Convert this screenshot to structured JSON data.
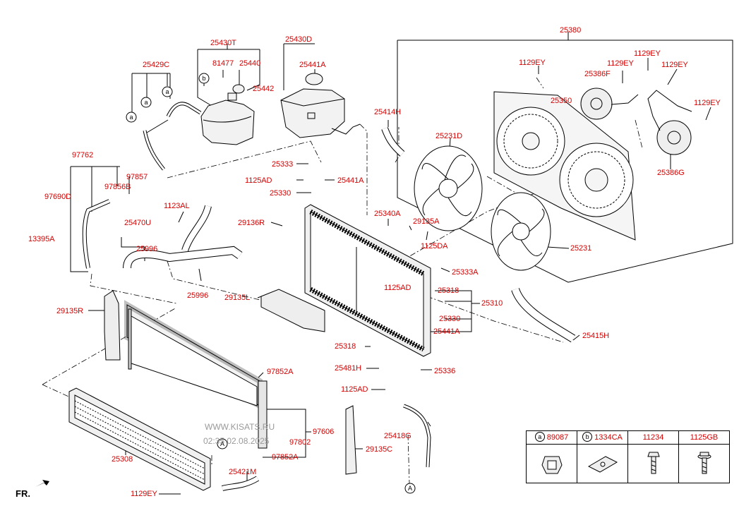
{
  "labels": [
    {
      "id": "25380",
      "text": "25380"
    },
    {
      "id": "25430T",
      "text": "25430T"
    },
    {
      "id": "25430D",
      "text": "25430D"
    },
    {
      "id": "81477",
      "text": "81477"
    },
    {
      "id": "25440",
      "text": "25440"
    },
    {
      "id": "25441A_top",
      "text": "25441A"
    },
    {
      "id": "25429C",
      "text": "25429C"
    },
    {
      "id": "25442",
      "text": "25442"
    },
    {
      "id": "1129EY_1",
      "text": "1129EY"
    },
    {
      "id": "1129EY_2",
      "text": "1129EY"
    },
    {
      "id": "1129EY_3",
      "text": "1129EY"
    },
    {
      "id": "1129EY_4",
      "text": "1129EY"
    },
    {
      "id": "1129EY_5",
      "text": "1129EY"
    },
    {
      "id": "25386F",
      "text": "25386F"
    },
    {
      "id": "25350",
      "text": "25350"
    },
    {
      "id": "25414H",
      "text": "25414H"
    },
    {
      "id": "25231D",
      "text": "25231D"
    },
    {
      "id": "25386G",
      "text": "25386G"
    },
    {
      "id": "97762",
      "text": "97762"
    },
    {
      "id": "97857",
      "text": "97857"
    },
    {
      "id": "97856B",
      "text": "97856B"
    },
    {
      "id": "97690D",
      "text": "97690D"
    },
    {
      "id": "25333",
      "text": "25333"
    },
    {
      "id": "1125AD_1",
      "text": "1125AD"
    },
    {
      "id": "25441A_mid",
      "text": "25441A"
    },
    {
      "id": "25330_top",
      "text": "25330"
    },
    {
      "id": "1123AL",
      "text": "1123AL"
    },
    {
      "id": "29136R",
      "text": "29136R"
    },
    {
      "id": "25340A",
      "text": "25340A"
    },
    {
      "id": "29135A",
      "text": "29135A"
    },
    {
      "id": "1125DA",
      "text": "1125DA"
    },
    {
      "id": "25470U",
      "text": "25470U"
    },
    {
      "id": "13395A",
      "text": "13395A"
    },
    {
      "id": "25996_1",
      "text": "25996"
    },
    {
      "id": "25231",
      "text": "25231"
    },
    {
      "id": "25333A",
      "text": "25333A"
    },
    {
      "id": "1125AD_2",
      "text": "1125AD"
    },
    {
      "id": "25318_1",
      "text": "25318"
    },
    {
      "id": "29135L",
      "text": "29135L"
    },
    {
      "id": "25996_2",
      "text": "25996"
    },
    {
      "id": "25310",
      "text": "25310"
    },
    {
      "id": "29135R",
      "text": "29135R"
    },
    {
      "id": "25330_bot",
      "text": "25330"
    },
    {
      "id": "25441A_bot",
      "text": "25441A"
    },
    {
      "id": "25415H",
      "text": "25415H"
    },
    {
      "id": "25318_2",
      "text": "25318"
    },
    {
      "id": "25481H",
      "text": "25481H"
    },
    {
      "id": "25336",
      "text": "25336"
    },
    {
      "id": "97852A_1",
      "text": "97852A"
    },
    {
      "id": "1125AD_3",
      "text": "1125AD"
    },
    {
      "id": "97606",
      "text": "97606"
    },
    {
      "id": "25418G",
      "text": "25418G"
    },
    {
      "id": "97802",
      "text": "97802"
    },
    {
      "id": "29135C",
      "text": "29135C"
    },
    {
      "id": "25308",
      "text": "25308"
    },
    {
      "id": "97852A_2",
      "text": "97852A"
    },
    {
      "id": "25421M",
      "text": "25421M"
    },
    {
      "id": "1129EY_6",
      "text": "1129EY"
    }
  ],
  "callouts": {
    "a1": "a",
    "a2": "a",
    "a3": "a",
    "b1": "b",
    "A_upper": "A",
    "A_lower": "A"
  },
  "legend": [
    {
      "circle": "a",
      "code": "89087"
    },
    {
      "circle": "b",
      "code": "1334CA"
    },
    {
      "circle": "",
      "code": "11234"
    },
    {
      "circle": "",
      "code": "1125GB"
    }
  ],
  "watermark": {
    "line1": "WWW.KISATS.RU",
    "line2": "02:35 02.08.2025"
  },
  "fr_label": "FR."
}
